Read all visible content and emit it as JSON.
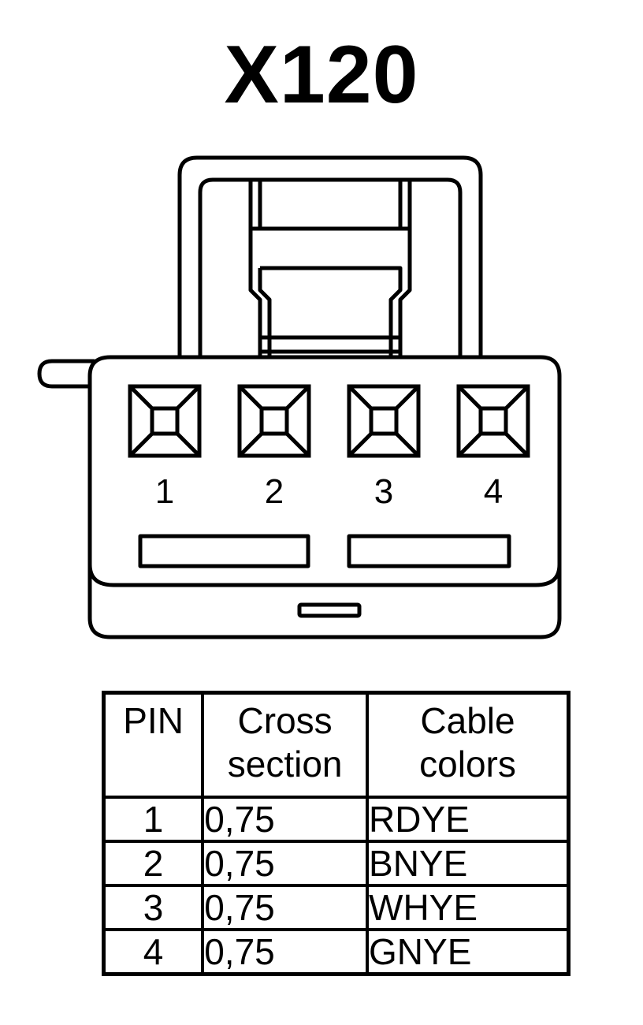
{
  "connector": {
    "title": "X120",
    "pins": [
      "1",
      "2",
      "3",
      "4"
    ]
  },
  "table": {
    "headers": {
      "pin": "PIN",
      "cross_section_line1": "Cross",
      "cross_section_line2": "section",
      "cable_colors_line1": "Cable",
      "cable_colors_line2": "colors"
    },
    "rows": [
      {
        "pin": "1",
        "cross_section": "0,75",
        "cable_color": "RDYE"
      },
      {
        "pin": "2",
        "cross_section": "0,75",
        "cable_color": "BNYE"
      },
      {
        "pin": "3",
        "cross_section": "0,75",
        "cable_color": "WHYE"
      },
      {
        "pin": "4",
        "cross_section": "0,75",
        "cable_color": "GNYE"
      }
    ]
  }
}
